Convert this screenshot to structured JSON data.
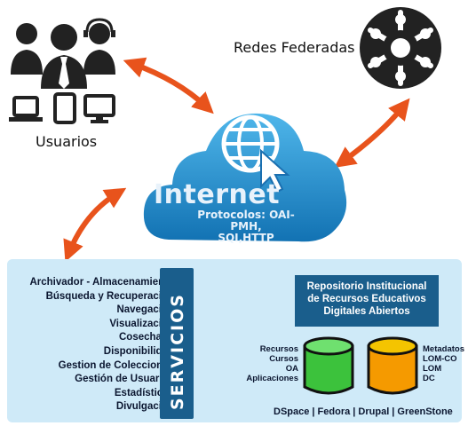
{
  "users": {
    "label": "Usuarios"
  },
  "federated": {
    "label": "Redes Federadas"
  },
  "internet": {
    "title": "Internet",
    "protocols_line1": "Protocolos: OAI-PMH,",
    "protocols_line2": "SQI,HTTP"
  },
  "services": {
    "side_label": "SERVICIOS",
    "items": [
      "Archivador - Almacenamiento",
      "Búsqueda y Recuperación",
      "Navegación",
      "Visualización",
      "Cosechado",
      "Disponibilidad",
      "Gestion de Colecciones",
      "Gestión de Usuarios",
      "Estadísticas",
      "Divulgación"
    ]
  },
  "repository": {
    "title_line1": "Repositorio Institucional",
    "title_line2": "de Recursos Educativos",
    "title_line3": "Digitales Abiertos",
    "resources": [
      "Recursos",
      "Cursos",
      "OA",
      "Aplicaciones"
    ],
    "metadata": [
      "Metadatos",
      "LOM-CO",
      "LOM",
      "DC"
    ],
    "platforms": "DSpace | Fedora | Drupal | GreenStone"
  },
  "colors": {
    "arrow": "#e8531c",
    "cloud": "#1d8fd0",
    "panel": "#cfeaf8",
    "bar": "#1a5e8c",
    "db_green": "#3cc23c",
    "db_yellow": "#f4c400"
  }
}
